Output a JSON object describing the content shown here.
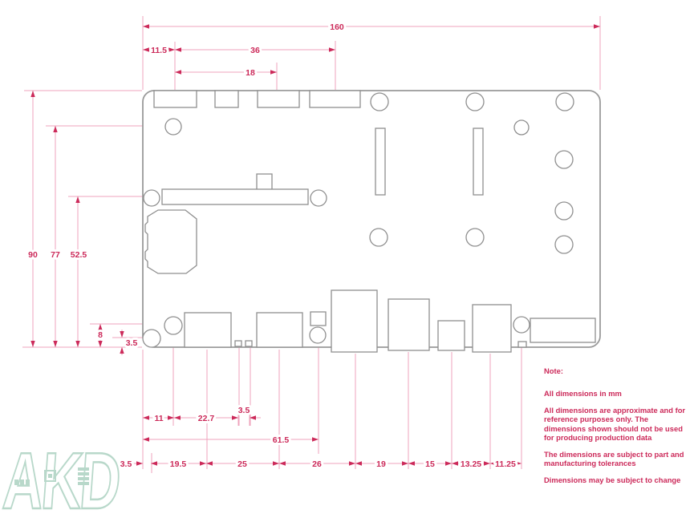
{
  "drawing": {
    "dims": {
      "d160": "160",
      "d115": "11.5",
      "d36": "36",
      "d18": "18",
      "d90": "90",
      "d77": "77",
      "d525": "52.5",
      "d8": "8",
      "d35_left": "3.5",
      "d11": "11",
      "d227": "22.7",
      "d35_mid": "3.5",
      "d615": "61.5",
      "d35_bottom": "3.5",
      "d195": "19.5",
      "d25": "25",
      "d26": "26",
      "d19": "19",
      "d15": "15",
      "d1325": "13.25",
      "d1125": "11.25"
    },
    "note": {
      "title": "Note:",
      "lines": [
        "All dimensions in mm",
        "All dimensions are approximate and for reference purposes only. The dimensions shown should not be used for producing production data",
        "The dimensions are subject to part and manufacturing tolerances",
        "Dimensions may be subject to change"
      ]
    },
    "watermark": "AKD",
    "colors": {
      "accent": "#cc2a5a",
      "dim_line": "#efa3bc",
      "board_outline": "#9a9a9a",
      "watermark": "#b8d8ca"
    },
    "units": "mm"
  }
}
